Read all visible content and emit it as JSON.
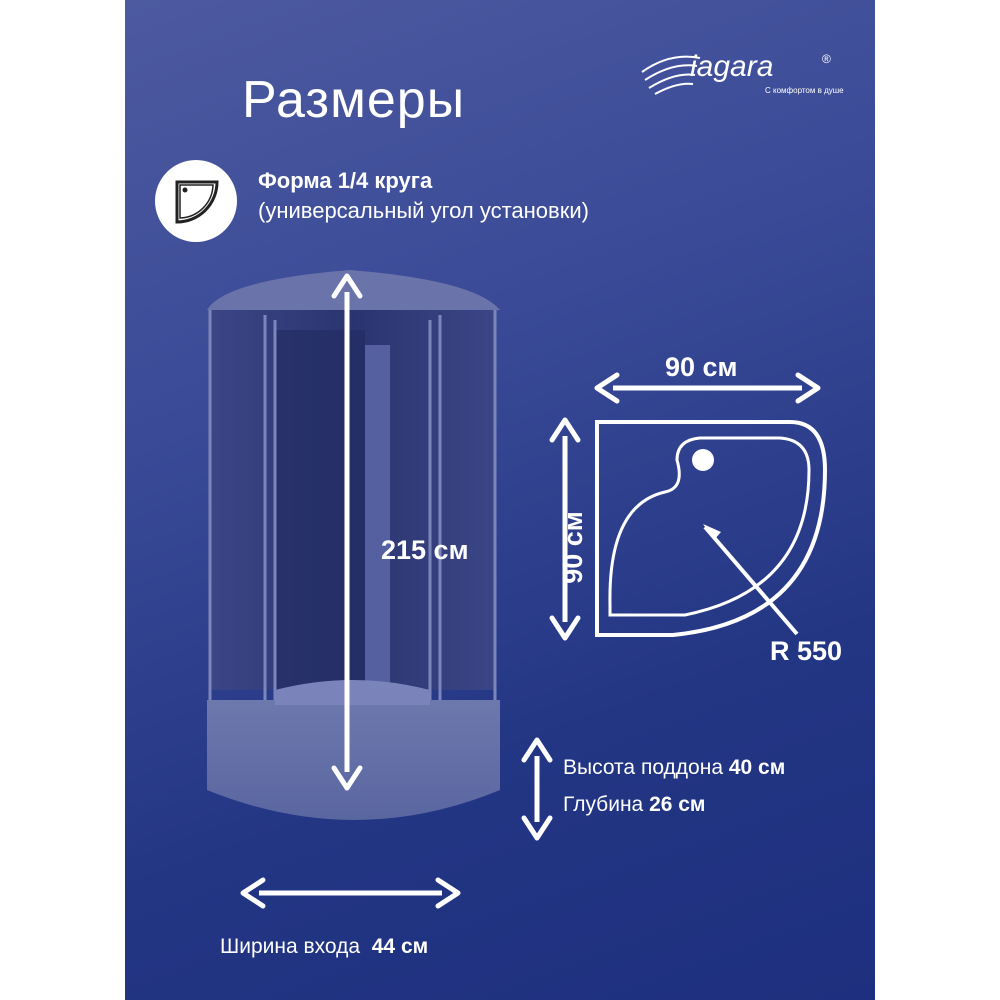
{
  "title": "Размеры",
  "brand": {
    "name": "iagara",
    "registered": "®",
    "tagline": "С комфортом в душе"
  },
  "shape": {
    "title": "Форма 1/4 круга",
    "subtitle": "(универсальный угол установки)",
    "icon": "quarter-circle-icon"
  },
  "dimensions": {
    "height": "215 см",
    "width": "90 см",
    "depth": "90 см",
    "radius": "R 550"
  },
  "tray": {
    "height_label": "Высота поддона",
    "height_value": "40 см",
    "depth_label": "Глубина",
    "depth_value": "26 см"
  },
  "entry": {
    "label": "Ширина входа",
    "value": "44 см"
  },
  "colors": {
    "background_top": "#4d5aa0",
    "background_bottom": "#1d2f7e",
    "foreground": "#ffffff"
  }
}
